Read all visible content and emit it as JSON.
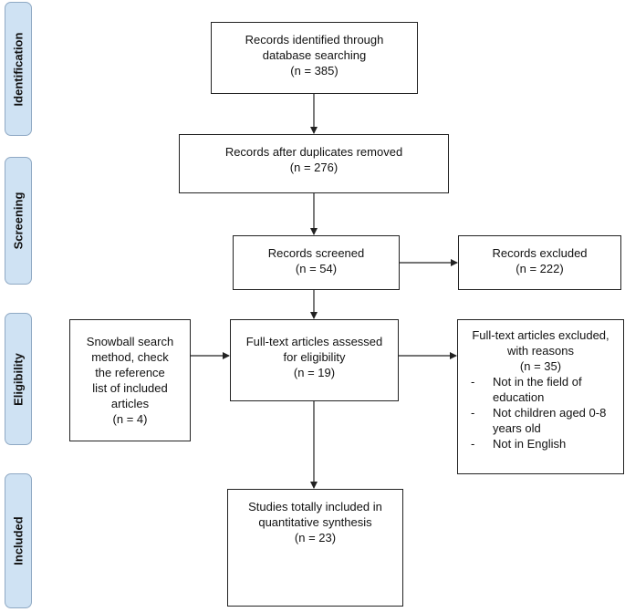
{
  "phases": {
    "identification": "Identification",
    "screening": "Screening",
    "eligibility": "Eligibility",
    "included": "Included"
  },
  "boxes": {
    "identified": {
      "line1": "Records identified through",
      "line2": "database searching",
      "count": "(n = 385)"
    },
    "duplicates": {
      "line1": "Records after duplicates removed",
      "count": "(n = 276)"
    },
    "screened": {
      "line1": "Records screened",
      "count": "(n = 54)"
    },
    "excluded": {
      "line1": "Records excluded",
      "count": "(n = 222)"
    },
    "snowball": {
      "line1": "Snowball search",
      "line2": "method, check",
      "line3": "the reference",
      "line4": "list of included",
      "line5": "articles",
      "count": "(n = 4)"
    },
    "fulltext": {
      "line1": "Full-text articles assessed",
      "line2": "for eligibility",
      "count": "(n = 19)"
    },
    "fulltext_excluded": {
      "line1": "Full-text articles excluded,",
      "line2": "with reasons",
      "count": "(n = 35)",
      "reasons": [
        "Not in the field of",
        "education",
        "Not children aged 0-8",
        "years old",
        "Not in English"
      ]
    },
    "included": {
      "line1": "Studies totally included in",
      "line2": "quantitative synthesis",
      "count": "(n = 23)"
    }
  }
}
